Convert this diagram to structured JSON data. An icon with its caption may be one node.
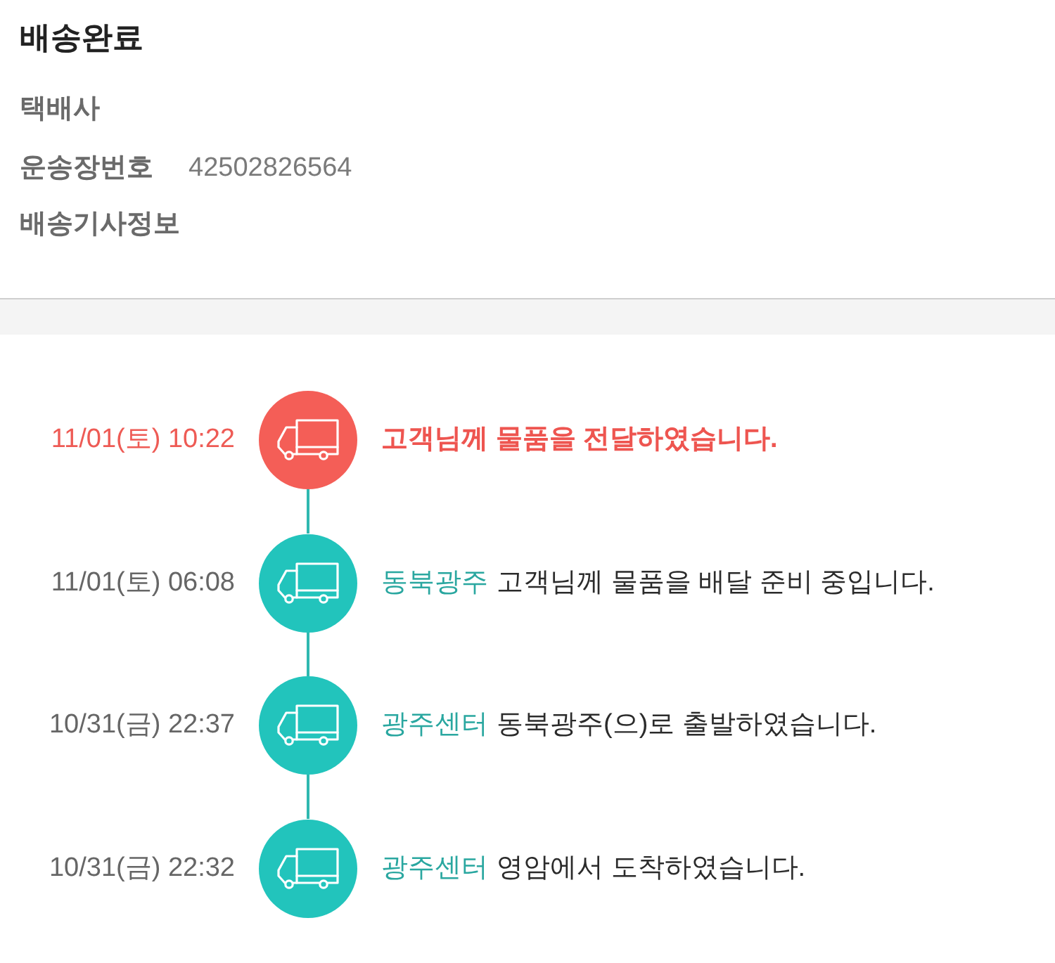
{
  "diagram": {
    "title": "배송완료",
    "nodes": [
      {
        "text": [],
        "shape": "bar"
      },
      {
        "text": [],
        "shape": "circle",
        "beside": [
          "11/01(토) 10:22",
          "고객님께 물품을 전달하였습니다."
        ]
      },
      {
        "text": [],
        "shape": "circle",
        "beside": [
          "11/01(토) 06:08",
          "동북광주",
          "고객님께 물품을 배달 준비 중입니다."
        ]
      },
      {
        "text": [],
        "shape": "circle",
        "beside": [
          "10/31(금) 22:37",
          "광주센터",
          "동북광주(으)로 출발하였습니다."
        ]
      },
      {
        "text": [],
        "shape": "circle",
        "beside": [
          "10/31(금) 22:32",
          "광주센터",
          "영암에서 도착하였습니다."
        ]
      }
    ],
    "edges": [
      {
        "from": 1,
        "to": 2,
        "arrow": "none"
      },
      {
        "from": 2,
        "to": 3,
        "arrow": "none"
      },
      {
        "from": 3,
        "to": 4,
        "arrow": "none"
      }
    ],
    "labels": [
      "택배사",
      "운송장번호",
      "42502826564",
      "배송기사정보"
    ]
  }
}
